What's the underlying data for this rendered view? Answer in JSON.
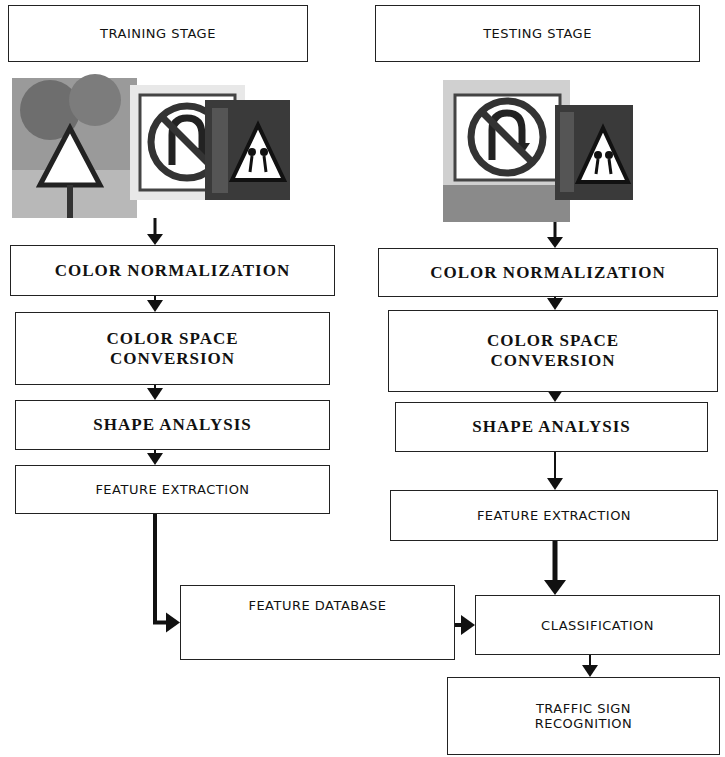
{
  "diagram": {
    "nodes": [
      {
        "text": [
          "TRAINING STAGE"
        ]
      },
      {
        "text": [
          "TESTING STAGE"
        ]
      },
      {
        "text": [
          "COLOR NORMALIZATION"
        ]
      },
      {
        "text": [
          "COLOR SPACE CONVERSION"
        ]
      },
      {
        "text": [
          "SHAPE ANALYSIS"
        ]
      },
      {
        "text": [
          "FEATURE EXTRACTION"
        ]
      },
      {
        "text": [
          "COLOR NORMALIZATION"
        ]
      },
      {
        "text": [
          "COLOR SPACE CONVERSION"
        ]
      },
      {
        "text": [
          "SHAPE ANALYSIS"
        ]
      },
      {
        "text": [
          "FEATURE EXTRACTION"
        ]
      },
      {
        "text": [
          "FEATURE DATABASE"
        ]
      },
      {
        "text": [
          "CLASSIFICATION"
        ]
      },
      {
        "text": [
          "TRAFFIC SIGN RECOGNITION"
        ]
      }
    ],
    "edges": [
      {
        "from": 2,
        "to": 3,
        "arrow": "to"
      },
      {
        "from": 3,
        "to": 4,
        "arrow": "to"
      },
      {
        "from": 4,
        "to": 5,
        "arrow": "to"
      },
      {
        "from": 5,
        "to": 10,
        "arrow": "to"
      },
      {
        "from": 6,
        "to": 7,
        "arrow": "to"
      },
      {
        "from": 7,
        "to": 8,
        "arrow": "to"
      },
      {
        "from": 8,
        "to": 9,
        "arrow": "to"
      },
      {
        "from": 9,
        "to": 11,
        "arrow": "to"
      },
      {
        "from": 10,
        "to": 11,
        "arrow": "to"
      },
      {
        "from": 11,
        "to": 12,
        "arrow": "to"
      }
    ]
  }
}
